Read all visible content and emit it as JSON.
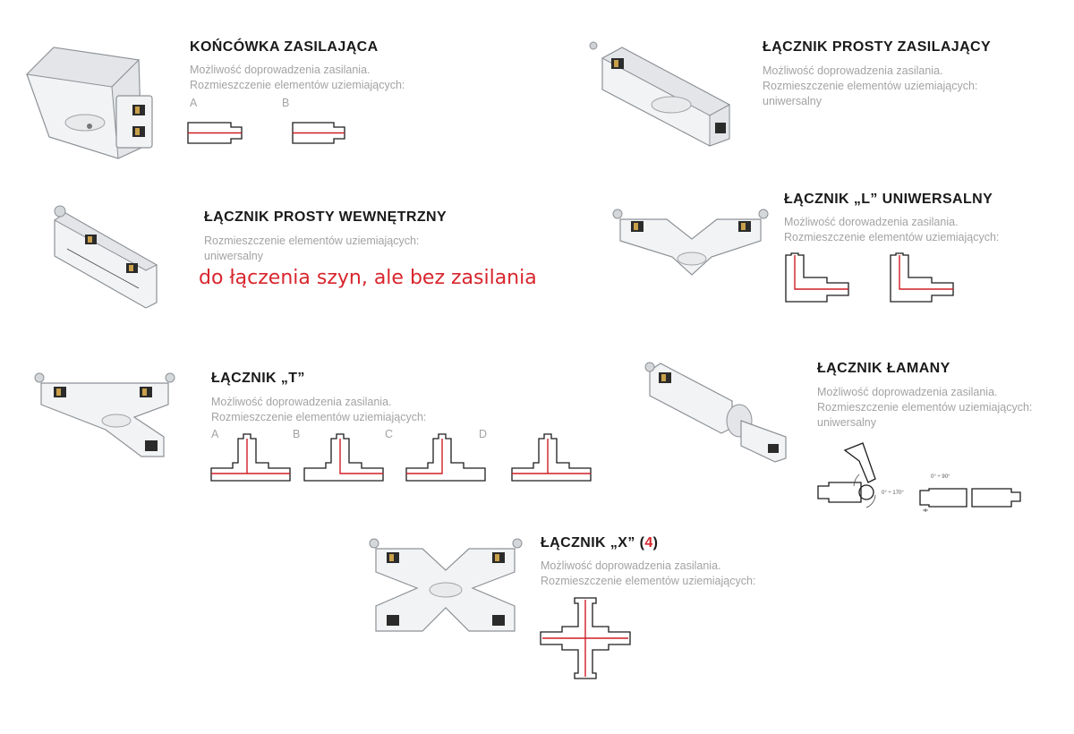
{
  "products": {
    "feed_end": {
      "title": "KOŃCÓWKA ZASILAJĄCA",
      "desc": [
        "Możliwość doprowadzenia zasilania.",
        "Rozmieszczenie elementów uziemiających:"
      ],
      "variants": [
        "A",
        "B"
      ]
    },
    "straight_feed": {
      "title": "ŁĄCZNIK PROSTY ZASILAJĄCY",
      "desc": [
        "Możliwość doprowadzenia zasilania.",
        "Rozmieszczenie elementów uziemiających:",
        "uniwersalny"
      ]
    },
    "straight_internal": {
      "title": "ŁĄCZNIK PROSTY WEWNĘTRZNY",
      "desc": [
        "Rozmieszczenie elementów uziemiających:",
        "uniwersalny"
      ],
      "note": "do łączenia szyn, ale bez zasilania"
    },
    "l_universal": {
      "title": "ŁĄCZNIK „L” UNIWERSALNY",
      "desc": [
        "Możliwość dorowadzenia zasilania.",
        "Rozmieszczenie elementów uziemiających:"
      ]
    },
    "t_connector": {
      "title": "ŁĄCZNIK „T”",
      "desc": [
        "Możliwość doprowadzenia zasilania.",
        "Rozmieszczenie elementów uziemiających:"
      ],
      "variants": [
        "A",
        "B",
        "C",
        "D"
      ]
    },
    "hinged": {
      "title": "ŁĄCZNIK ŁAMANY",
      "desc": [
        "Możliwość doprowadzenia zasilania.",
        "Rozmieszczenie elementów uziemiających:",
        "uniwersalny"
      ],
      "angle_label_1": "0° ÷ 170°",
      "angle_label_2": "0° ÷ 90°"
    },
    "x_connector": {
      "title": "ŁĄCZNIK „X” (",
      "title_number": "4",
      "title_close": ")",
      "desc": [
        "Możliwość doprowadzenia zasilania.",
        "Rozmieszczenie elementów uziemiających:"
      ]
    }
  },
  "colors": {
    "accent_red": "#d8262d",
    "desc_gray": "#a3a3a3",
    "title_black": "#1a1a1a"
  },
  "icons": [
    "feed-end-photo",
    "straight-feed-photo",
    "straight-internal-photo",
    "l-connector-photo",
    "t-connector-photo",
    "hinged-connector-photo",
    "x-connector-photo"
  ]
}
